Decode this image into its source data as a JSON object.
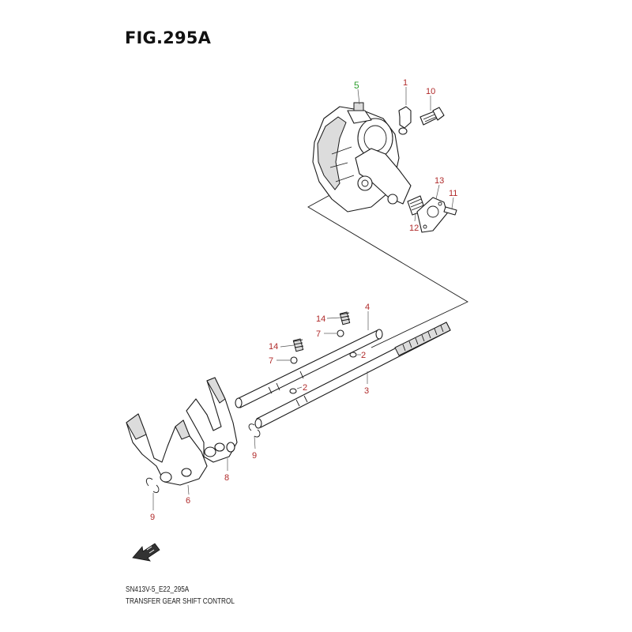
{
  "figure": {
    "title": "FIG.295A",
    "code": "SN413V-5_E22_295A",
    "description": "TRANSFER GEAR SHIFT CONTROL"
  },
  "callouts": [
    {
      "id": "c5",
      "label": "5",
      "highlight": true
    },
    {
      "id": "c1",
      "label": "1"
    },
    {
      "id": "c10",
      "label": "10"
    },
    {
      "id": "c13",
      "label": "13"
    },
    {
      "id": "c11",
      "label": "11"
    },
    {
      "id": "c12",
      "label": "12"
    },
    {
      "id": "c4",
      "label": "4"
    },
    {
      "id": "c14a",
      "label": "14"
    },
    {
      "id": "c7a",
      "label": "7"
    },
    {
      "id": "c14b",
      "label": "14"
    },
    {
      "id": "c2a",
      "label": "2"
    },
    {
      "id": "c7b",
      "label": "7"
    },
    {
      "id": "c2b",
      "label": "2"
    },
    {
      "id": "c3",
      "label": "3"
    },
    {
      "id": "c9a",
      "label": "9"
    },
    {
      "id": "c8",
      "label": "8"
    },
    {
      "id": "c6",
      "label": "6"
    },
    {
      "id": "c9b",
      "label": "9"
    }
  ],
  "colors": {
    "callout": "#b02a2a",
    "callout_highlight": "#2e9e2e",
    "line": "#1a1a1a"
  },
  "icons": {
    "front_arrow": "front-arrow-icon"
  }
}
